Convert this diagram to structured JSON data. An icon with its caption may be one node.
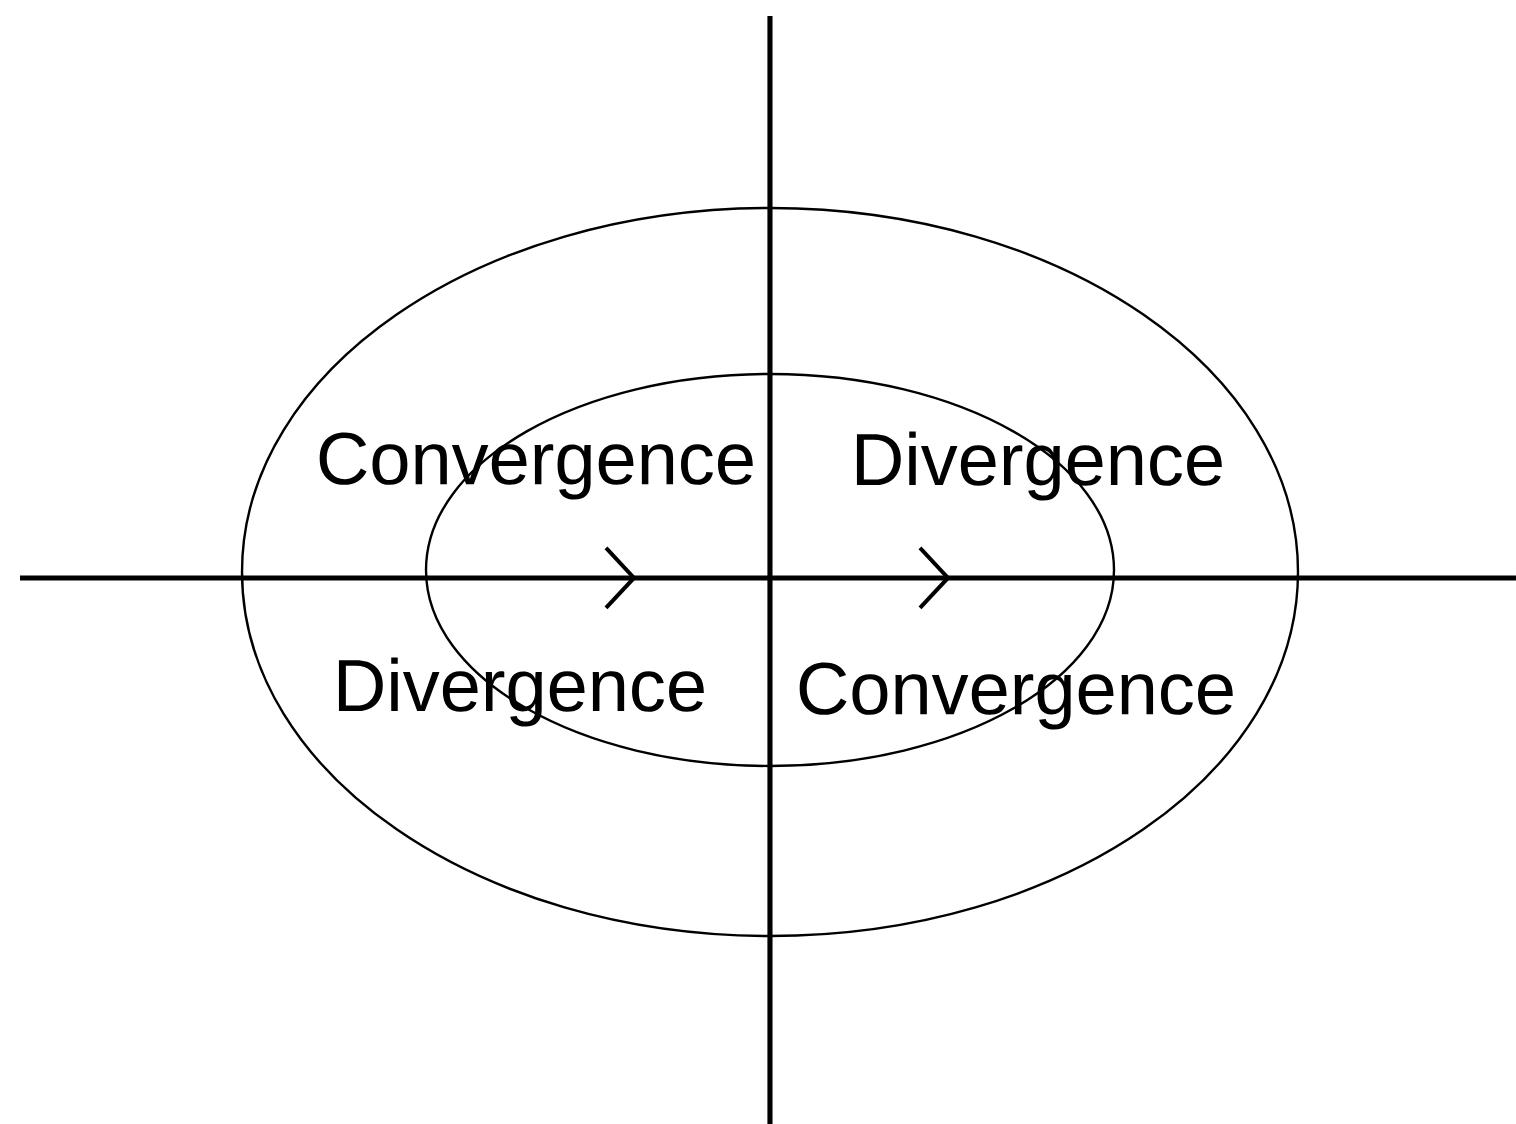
{
  "diagram": {
    "labels": [
      "Convergence",
      "Divergence",
      "Divergence",
      "Convergence"
    ]
  }
}
